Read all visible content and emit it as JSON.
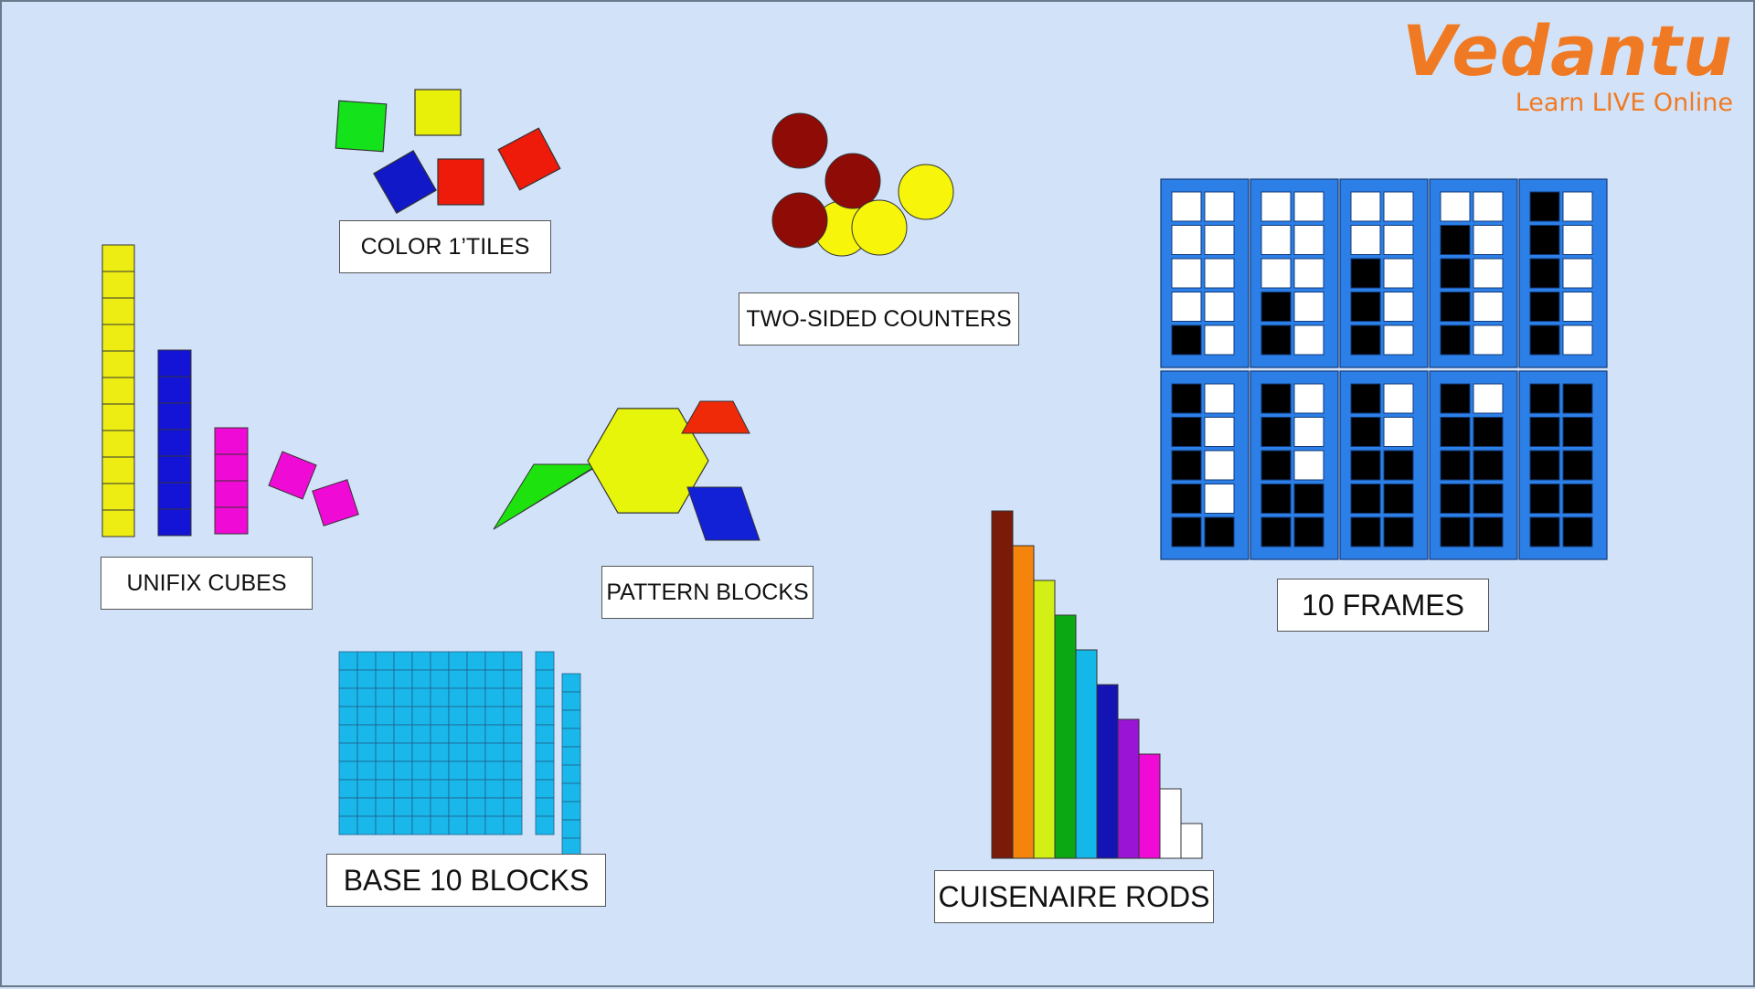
{
  "brand": {
    "name": "Vedantu",
    "tagline": "Learn LIVE Online",
    "color": "#f07a24"
  },
  "labels": {
    "color_tiles": "COLOR 1’TILES",
    "two_sided_counters": "TWO-SIDED COUNTERS",
    "unifix_cubes": "UNIFIX CUBES",
    "pattern_blocks": "PATTERN BLOCKS",
    "base_10_blocks": "BASE 10 BLOCKS",
    "cuisenaire_rods": "CUISENAIRE RODS",
    "ten_frames": "10 FRAMES"
  },
  "colors": {
    "background": "#d2e3f9",
    "tile_green": "#14e21a",
    "tile_yellow": "#e8f00a",
    "tile_blue": "#1018c8",
    "tile_red": "#ee1a0a",
    "counter_red": "#8e0b06",
    "counter_yellow": "#f6f50a",
    "unifix_yellow": "#eded14",
    "unifix_blue": "#1414d6",
    "unifix_magenta": "#f00ad6",
    "base10_cyan": "#1ab8ea",
    "ten_frame_blue": "#2b7fe6"
  },
  "unifix_cubes": {
    "yellow_column": 11,
    "blue_column": 7,
    "magenta_column": 4,
    "loose_magenta": 2
  },
  "two_sided_counters": {
    "red": 3,
    "yellow": 3
  },
  "base_10_blocks": {
    "flat_units": 100,
    "rods": 2,
    "rod_units": 10
  },
  "cuisenaire_rods": {
    "lengths": [
      10,
      9,
      8,
      7,
      6,
      5,
      4,
      3,
      2,
      1
    ],
    "colors": [
      "#7a1a08",
      "#f5840c",
      "#d2f016",
      "#0ba814",
      "#13b8e8",
      "#1414b4",
      "#9a14d6",
      "#f00ad6",
      "#ffffff",
      "#ffffff"
    ]
  },
  "ten_frames": {
    "filled_counts": [
      1,
      2,
      3,
      4,
      5,
      6,
      7,
      8,
      9,
      10
    ]
  }
}
